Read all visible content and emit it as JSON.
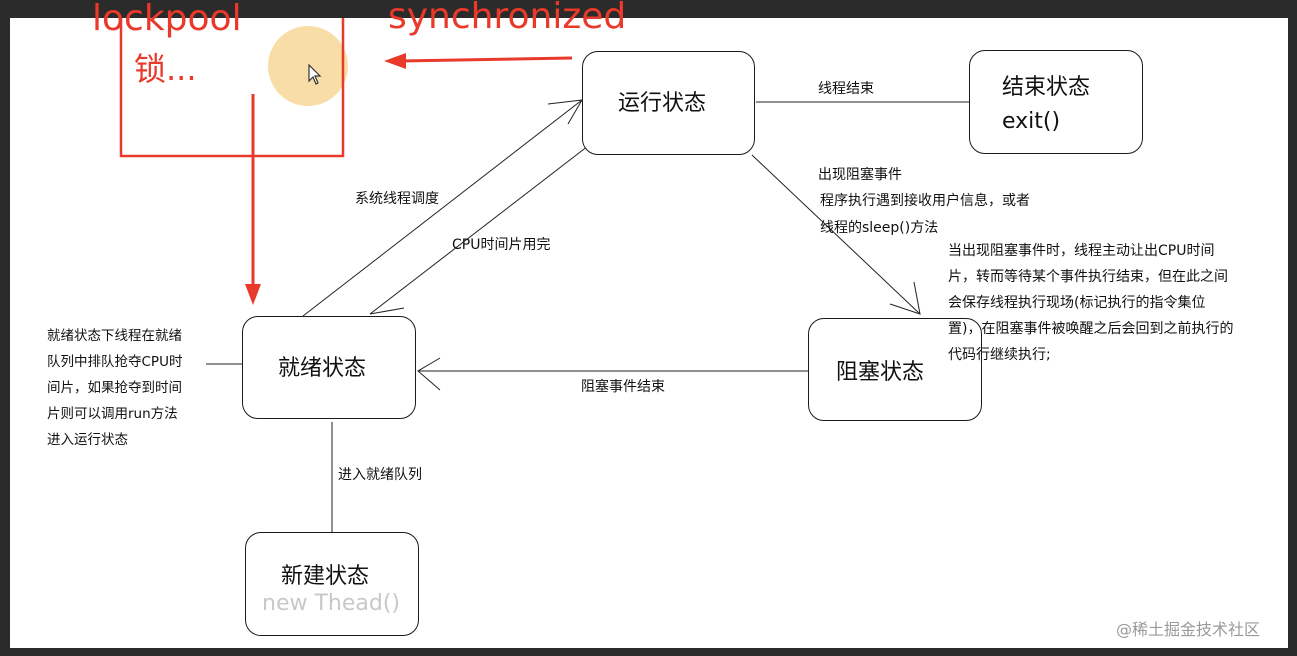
{
  "annotation": {
    "lockpool": "lockpool",
    "lock": "锁...",
    "synchronized": "synchronized"
  },
  "states": {
    "running": {
      "title": "运行状态"
    },
    "ended": {
      "title": "结束状态",
      "sub": "exit()"
    },
    "ready": {
      "title": "就绪状态"
    },
    "blocked": {
      "title": "阻塞状态"
    },
    "new": {
      "title": "新建状态",
      "sub": "new Thead()"
    }
  },
  "edges": {
    "thread_end": "线程结束",
    "system_schedule": "系统线程调度",
    "cpu_slice_done": "CPU时间片用完",
    "block_event_line1": "出现阻塞事件",
    "block_event_line2": "程序执行遇到接收用户信息，或者",
    "block_event_line3": "线程的sleep()方法",
    "block_event_end": "阻塞事件结束",
    "enter_ready_queue": "进入就绪队列"
  },
  "notes": {
    "ready_note": [
      "就绪状态下线程在就绪",
      "队列中排队抢夺CPU时",
      "间片，如果抢夺到时间",
      "片则可以调用run方法",
      "进入运行状态"
    ],
    "blocked_note": [
      "当出现阻塞事件时，线程主动让出CPU时间",
      "片，转而等待某个事件执行结束，但在此之间",
      "会保存线程执行现场(标记执行的指令集位",
      "置)，在阻塞事件被唤醒之后会回到之前执行的",
      "代码行继续执行;"
    ]
  },
  "watermark": "@稀土掘金技术社区",
  "colors": {
    "annotation_red": "#e8392b",
    "cursor_highlight": "#f5d28a"
  },
  "icons": {
    "cursor": "mouse-cursor-icon"
  }
}
